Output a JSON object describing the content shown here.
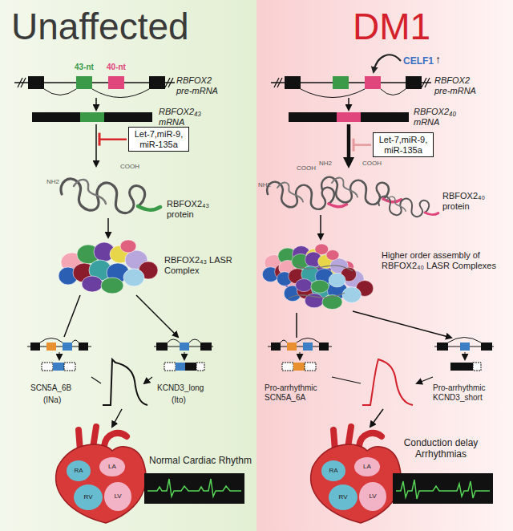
{
  "diagram": {
    "nodes": [
      {
        "text": [
          "Unaffected"
        ]
      },
      {
        "text": [
          "DM1"
        ]
      },
      {
        "text": [
          "Let-7,miR-9, miR-135a"
        ],
        "in": 0
      },
      {
        "text": [
          "Let-7,miR-9, miR-135a"
        ],
        "in": 1
      }
    ],
    "labels": [
      "43-nt",
      "40-nt",
      "RBFOX2 pre-mRNA",
      "RBFOX2₄₃ mRNA",
      "NH2",
      "COOH",
      "RBFOX2₄₃ protein",
      "RBFOX2₄₃ LASR Complex",
      "SCN5A_6B",
      "(INa)",
      "KCND3_long",
      "(Ito)",
      "Normal Cardiac Rhythm",
      "RA",
      "LA",
      "RV",
      "LV",
      "CELF1",
      "↑",
      "RBFOX2 pre-mRNA",
      "RBFOX2₄₀ mRNA",
      "NH2",
      "COOH",
      "NH2",
      "COOH",
      "RBFOX2₄₀ protein",
      "Higher order assembly of RBFOX2₄₀ LASR Complexes",
      "Pro-arrhythmic SCN5A_6A",
      "Pro-arrhythmic KCND3_short",
      "Conduction delay Arrhythmias",
      "RA",
      "LA",
      "RV",
      "LV"
    ]
  }
}
